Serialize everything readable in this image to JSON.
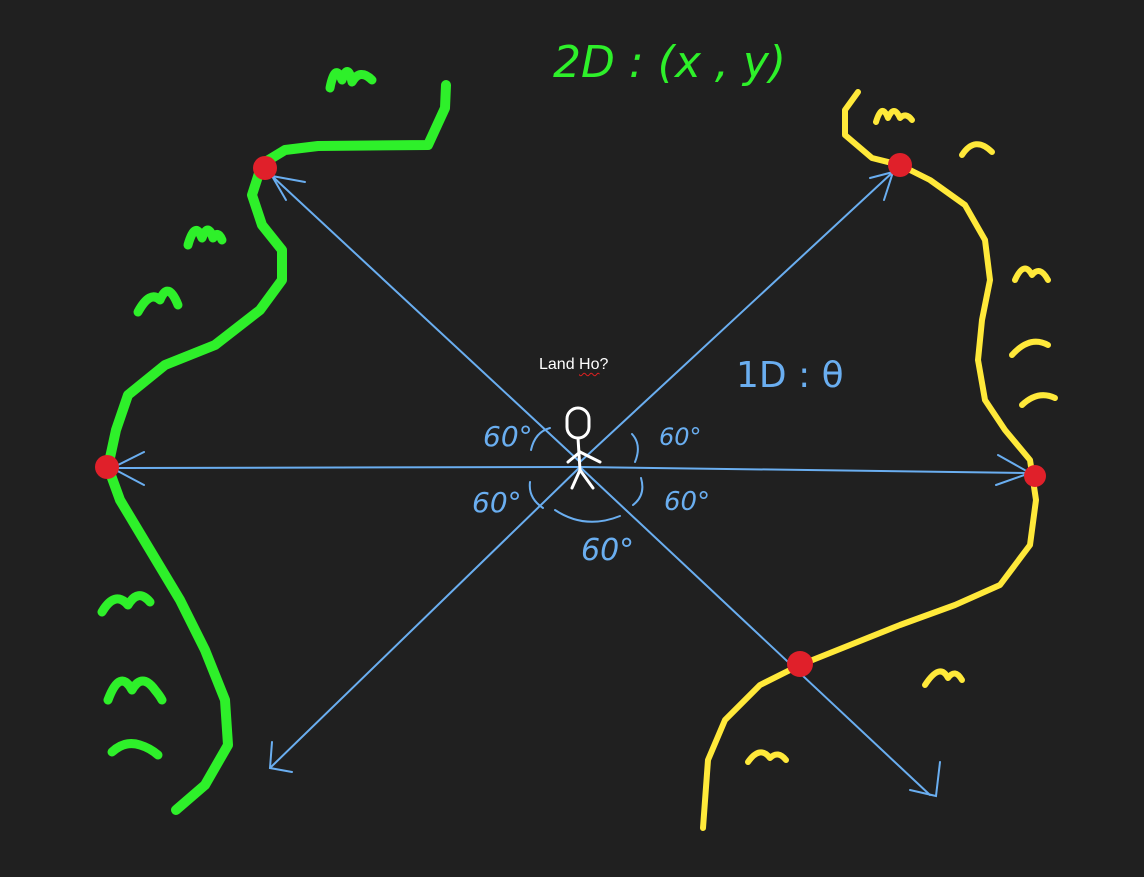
{
  "labels": {
    "title_2d": "2D : (x , y)",
    "label_1d": "1D : θ",
    "land_question_prefix": "Land ",
    "land_question_word": "Ho",
    "land_question_suffix": "?"
  },
  "angles": [
    "60°",
    "60°",
    "60°",
    "60°",
    "60°"
  ],
  "colors": {
    "background": "#202020",
    "left_coast": "#2ef02a",
    "right_coast": "#ffe93a",
    "rays": "#6aaef0",
    "hit_points": "#e0202a",
    "person": "#ffffff",
    "text_white": "#ffffff"
  }
}
